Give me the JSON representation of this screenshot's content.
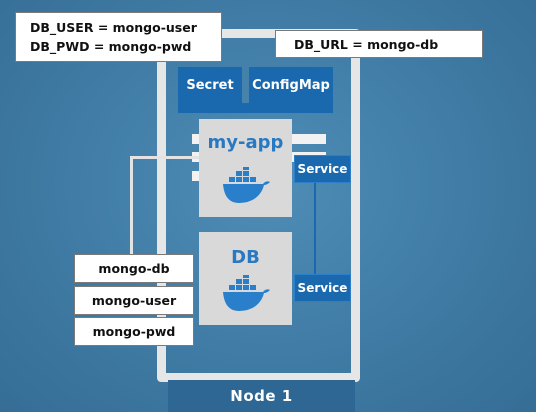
{
  "env_vars": {
    "db_user": "DB_USER = mongo-user",
    "db_pwd": "DB_PWD = mongo-pwd",
    "db_url": "DB_URL = mongo-db"
  },
  "config": {
    "secret_label": "Secret",
    "configmap_label": "ConfigMap"
  },
  "pods": {
    "app_title": "my-app",
    "db_title": "DB"
  },
  "services": {
    "top_label": "Service",
    "bottom_label": "Service"
  },
  "credentials": [
    "mongo-db",
    "mongo-user",
    "mongo-pwd"
  ],
  "node": {
    "label": "Node 1"
  },
  "colors": {
    "service_blue": "#1a68ad",
    "pod_title_blue": "#2879c2",
    "background": "#3f7ba4",
    "node_bar": "#2e6694"
  },
  "icons": [
    "docker-whale-icon"
  ]
}
